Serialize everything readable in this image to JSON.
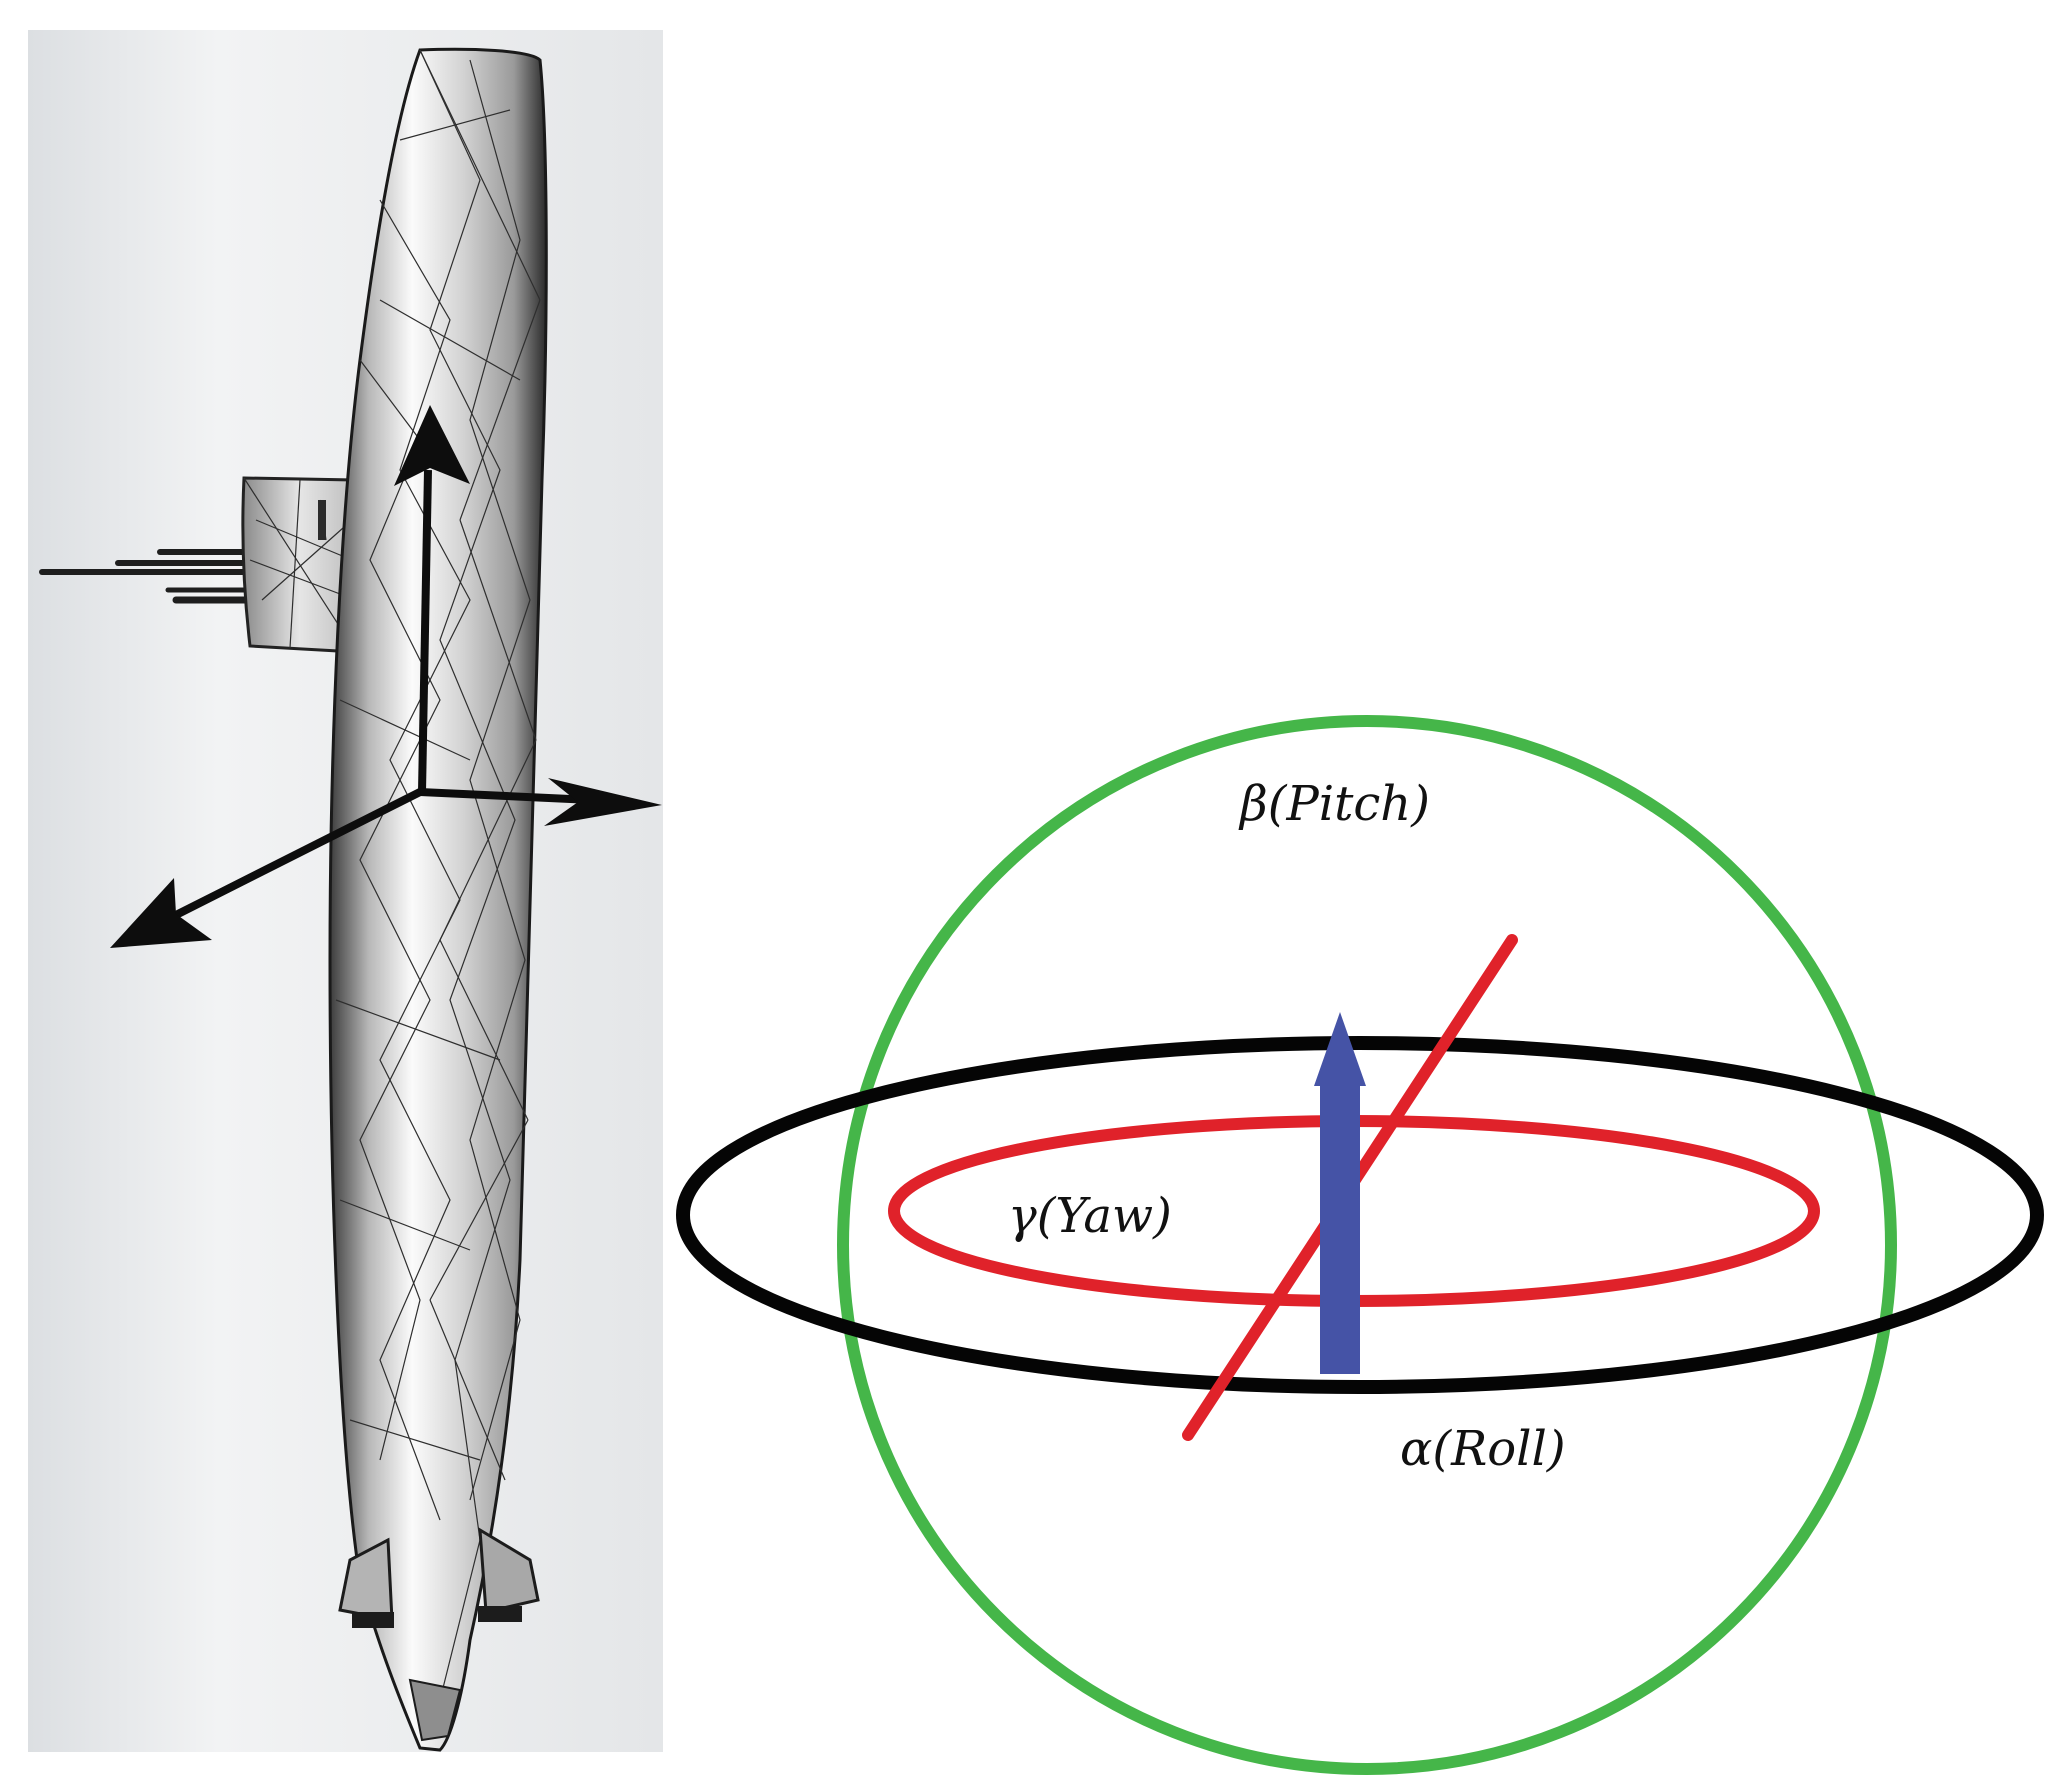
{
  "left_panel": {
    "subject": "submarine 3D mesh model with body coordinate axes",
    "background_color": "#e6e8ea",
    "axis_color": "#0d0d0d"
  },
  "right_panel": {
    "labels": {
      "pitch": "β(Pitch)",
      "yaw": "γ(Yaw)",
      "roll": "α(Roll)"
    },
    "colors": {
      "pitch_circle": "#45b649",
      "roll_ring": "#050505",
      "yaw_ring": "#e0222a",
      "axis_line": "#e0222a",
      "heading_arrow": "#4553a6"
    }
  }
}
